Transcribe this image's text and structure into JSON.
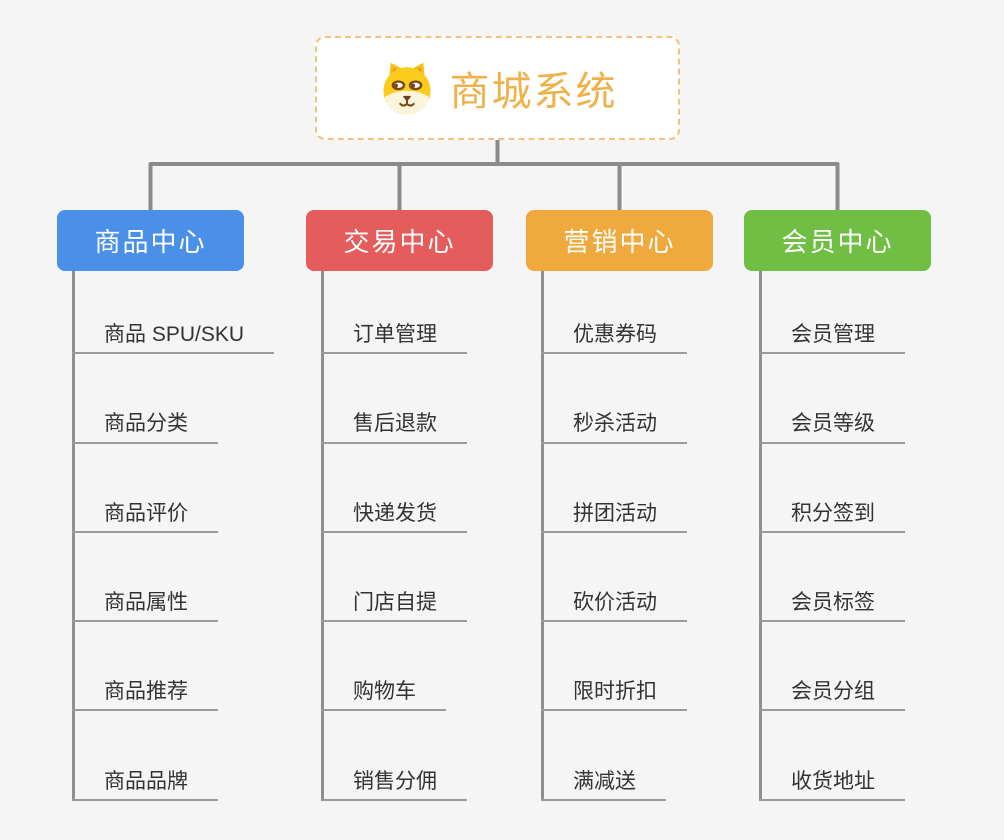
{
  "page": {
    "background_color": "#f5f5f5",
    "connector_color": "#8b8b8b"
  },
  "root": {
    "title": "商城系统",
    "icon": "shiba-dog-icon",
    "text_color": "#efb24a",
    "border_color": "#f2c27d"
  },
  "branches": [
    {
      "label": "商品中心",
      "color": "#4a90e8",
      "children": [
        "商品 SPU/SKU",
        "商品分类",
        "商品评价",
        "商品属性",
        "商品推荐",
        "商品品牌"
      ]
    },
    {
      "label": "交易中心",
      "color": "#e55c5c",
      "children": [
        "订单管理",
        "售后退款",
        "快递发货",
        "门店自提",
        "购物车",
        "销售分佣"
      ]
    },
    {
      "label": "营销中心",
      "color": "#efa93d",
      "children": [
        "优惠券码",
        "秒杀活动",
        "拼团活动",
        "砍价活动",
        "限时折扣",
        "满减送"
      ]
    },
    {
      "label": "会员中心",
      "color": "#70be44",
      "children": [
        "会员管理",
        "会员等级",
        "积分签到",
        "会员标签",
        "会员分组",
        "收货地址"
      ]
    }
  ]
}
